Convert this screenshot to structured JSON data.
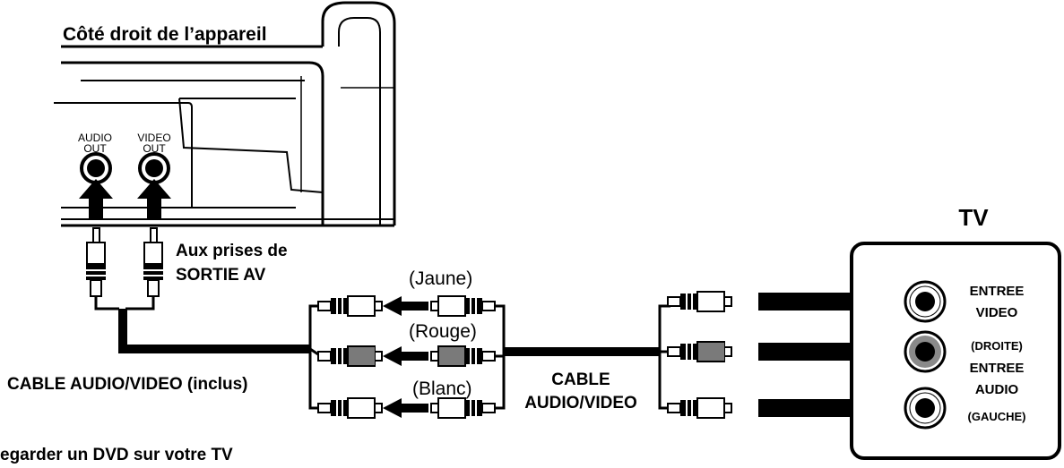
{
  "device": {
    "title": "Côté droit de l’appareil",
    "audio_out": [
      "AUDIO",
      "OUT"
    ],
    "video_out": [
      "VIDEO",
      "OUT"
    ]
  },
  "labels": {
    "to_av_out": [
      "Aux prises de",
      "SORTIE AV"
    ],
    "cable_included": "CABLE AUDIO/VIDEO (inclus)",
    "cable_av": [
      "CABLE",
      "AUDIO/VIDEO"
    ],
    "yellow": "(Jaune)",
    "red": "(Rouge)",
    "white": "(Blanc)",
    "caption": "egarder un DVD sur votre TV"
  },
  "tv": {
    "title": "TV",
    "video_in": [
      "ENTREE",
      "VIDEO"
    ],
    "right": "(DROITE)",
    "audio_in": [
      "ENTREE",
      "AUDIO"
    ],
    "left": "(GAUCHE)"
  },
  "colors": {
    "yellow_plug": "#ffffff",
    "red_plug": "#7a7a7a",
    "white_plug": "#ffffff",
    "red_jack": "#8a8a8a",
    "line": "#000000"
  }
}
